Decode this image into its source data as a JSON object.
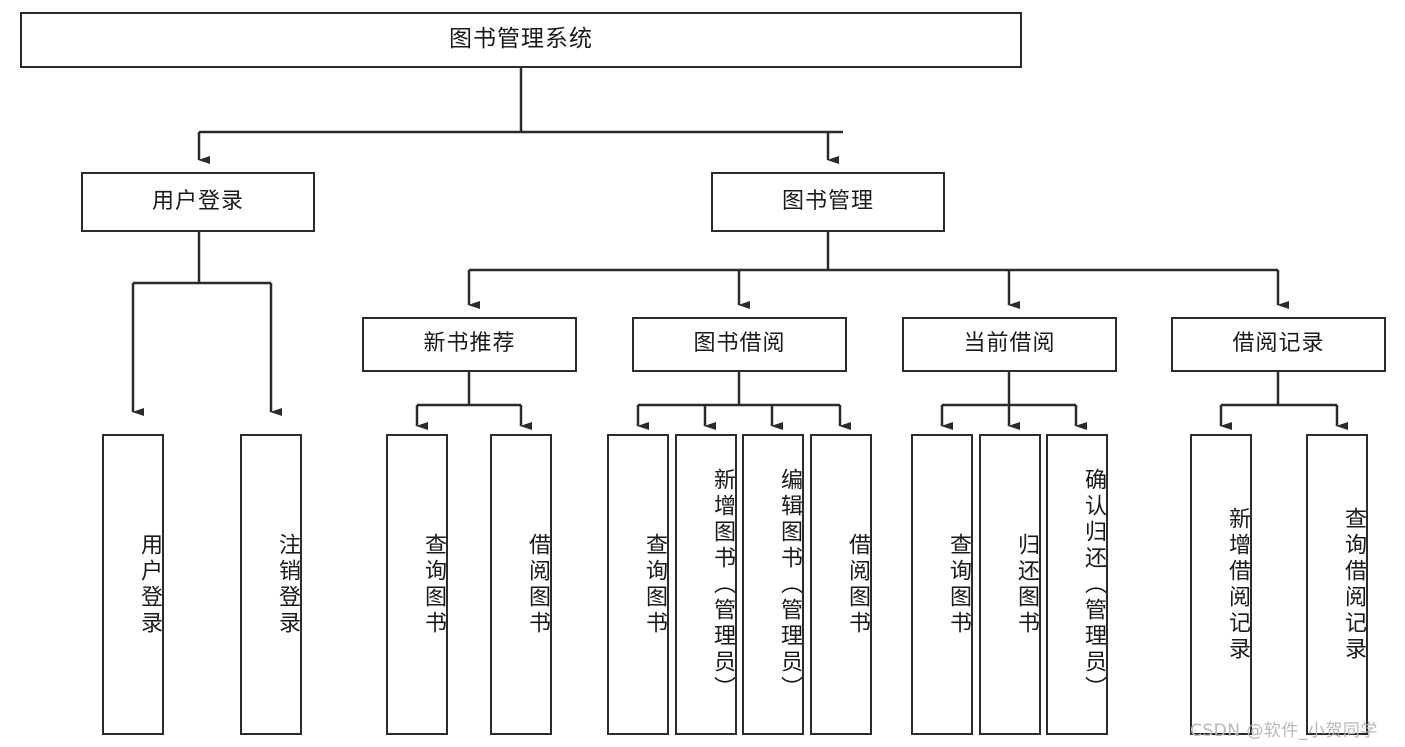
{
  "diagram": {
    "title": "图书管理系统",
    "type": "tree",
    "watermark": "CSDN @软件_小贺同学",
    "colors": {
      "border": "#2b2b2b",
      "fill": "#ffffff",
      "line": "#2b2b2b",
      "text": "#1a1a1a",
      "watermark": "#b9b9b9"
    },
    "nodes": {
      "root": {
        "label": "图书管理系统",
        "level": 0
      },
      "level1": [
        {
          "id": "user-login",
          "label": "用户登录"
        },
        {
          "id": "book-manage",
          "label": "图书管理"
        }
      ],
      "level2": [
        {
          "id": "new-book-recommend",
          "label": "新书推荐",
          "parent": "book-manage"
        },
        {
          "id": "book-borrow",
          "label": "图书借阅",
          "parent": "book-manage"
        },
        {
          "id": "current-borrow",
          "label": "当前借阅",
          "parent": "book-manage"
        },
        {
          "id": "borrow-record",
          "label": "借阅记录",
          "parent": "book-manage"
        }
      ],
      "leaves": {
        "user-login": [
          {
            "id": "leaf-user-login",
            "label": "用户登录"
          },
          {
            "id": "leaf-logout",
            "label": "注销登录"
          }
        ],
        "new-book-recommend": [
          {
            "id": "leaf-query-book-1",
            "label": "查询图书"
          },
          {
            "id": "leaf-borrow-book-1",
            "label": "借阅图书"
          }
        ],
        "book-borrow": [
          {
            "id": "leaf-query-book-2",
            "label": "查询图书"
          },
          {
            "id": "leaf-add-book",
            "label": "新增图书（管理员）"
          },
          {
            "id": "leaf-edit-book",
            "label": "编辑图书（管理员）"
          },
          {
            "id": "leaf-borrow-book-2",
            "label": "借阅图书"
          }
        ],
        "current-borrow": [
          {
            "id": "leaf-query-book-3",
            "label": "查询图书"
          },
          {
            "id": "leaf-return-book",
            "label": "归还图书"
          },
          {
            "id": "leaf-confirm-return",
            "label": "确认归还（管理员）"
          }
        ],
        "borrow-record": [
          {
            "id": "leaf-add-record",
            "label": "新增借阅记录"
          },
          {
            "id": "leaf-query-record",
            "label": "查询借阅记录"
          }
        ]
      }
    }
  }
}
